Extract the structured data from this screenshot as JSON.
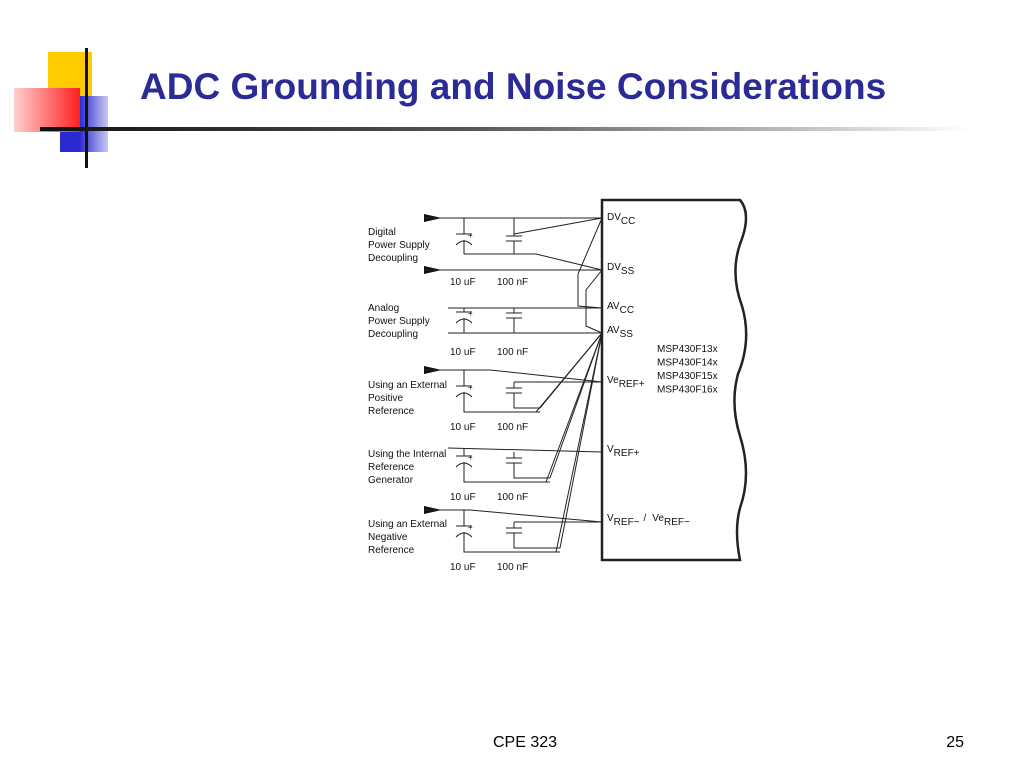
{
  "slide": {
    "title": "ADC Grounding and Noise Considerations",
    "footer_course": "CPE 323",
    "page_number": "25"
  },
  "diagram": {
    "groups": [
      {
        "label_lines": [
          "Digital",
          "Power Supply",
          "Decoupling"
        ],
        "cap_large": "10 uF",
        "cap_small": "100 nF"
      },
      {
        "label_lines": [
          "Analog",
          "Power Supply",
          "Decoupling"
        ],
        "cap_large": "10 uF",
        "cap_small": "100 nF"
      },
      {
        "label_lines": [
          "Using an External",
          "Positive",
          "Reference"
        ],
        "cap_large": "10 uF",
        "cap_small": "100 nF"
      },
      {
        "label_lines": [
          "Using the Internal",
          "Reference",
          "Generator"
        ],
        "cap_large": "10 uF",
        "cap_small": "100 nF"
      },
      {
        "label_lines": [
          "Using an External",
          "Negative",
          "Reference"
        ],
        "cap_large": "10 uF",
        "cap_small": "100 nF"
      }
    ],
    "pins": {
      "dvcc": {
        "main": "DV",
        "sub": "CC"
      },
      "dvss": {
        "main": "DV",
        "sub": "SS"
      },
      "avcc": {
        "main": "AV",
        "sub": "CC"
      },
      "avss": {
        "main": "AV",
        "sub": "SS"
      },
      "verefp": {
        "main": "Ve",
        "sub": "REF+"
      },
      "vrefp": {
        "main": "V",
        "sub": "REF+"
      },
      "vrefm": {
        "main": "V",
        "sub": "REF−"
      },
      "slash": "/",
      "verefm": {
        "main": "Ve",
        "sub": "REF−"
      }
    },
    "device_models": [
      "MSP430F13x",
      "MSP430F14x",
      "MSP430F15x",
      "MSP430F16x"
    ]
  }
}
